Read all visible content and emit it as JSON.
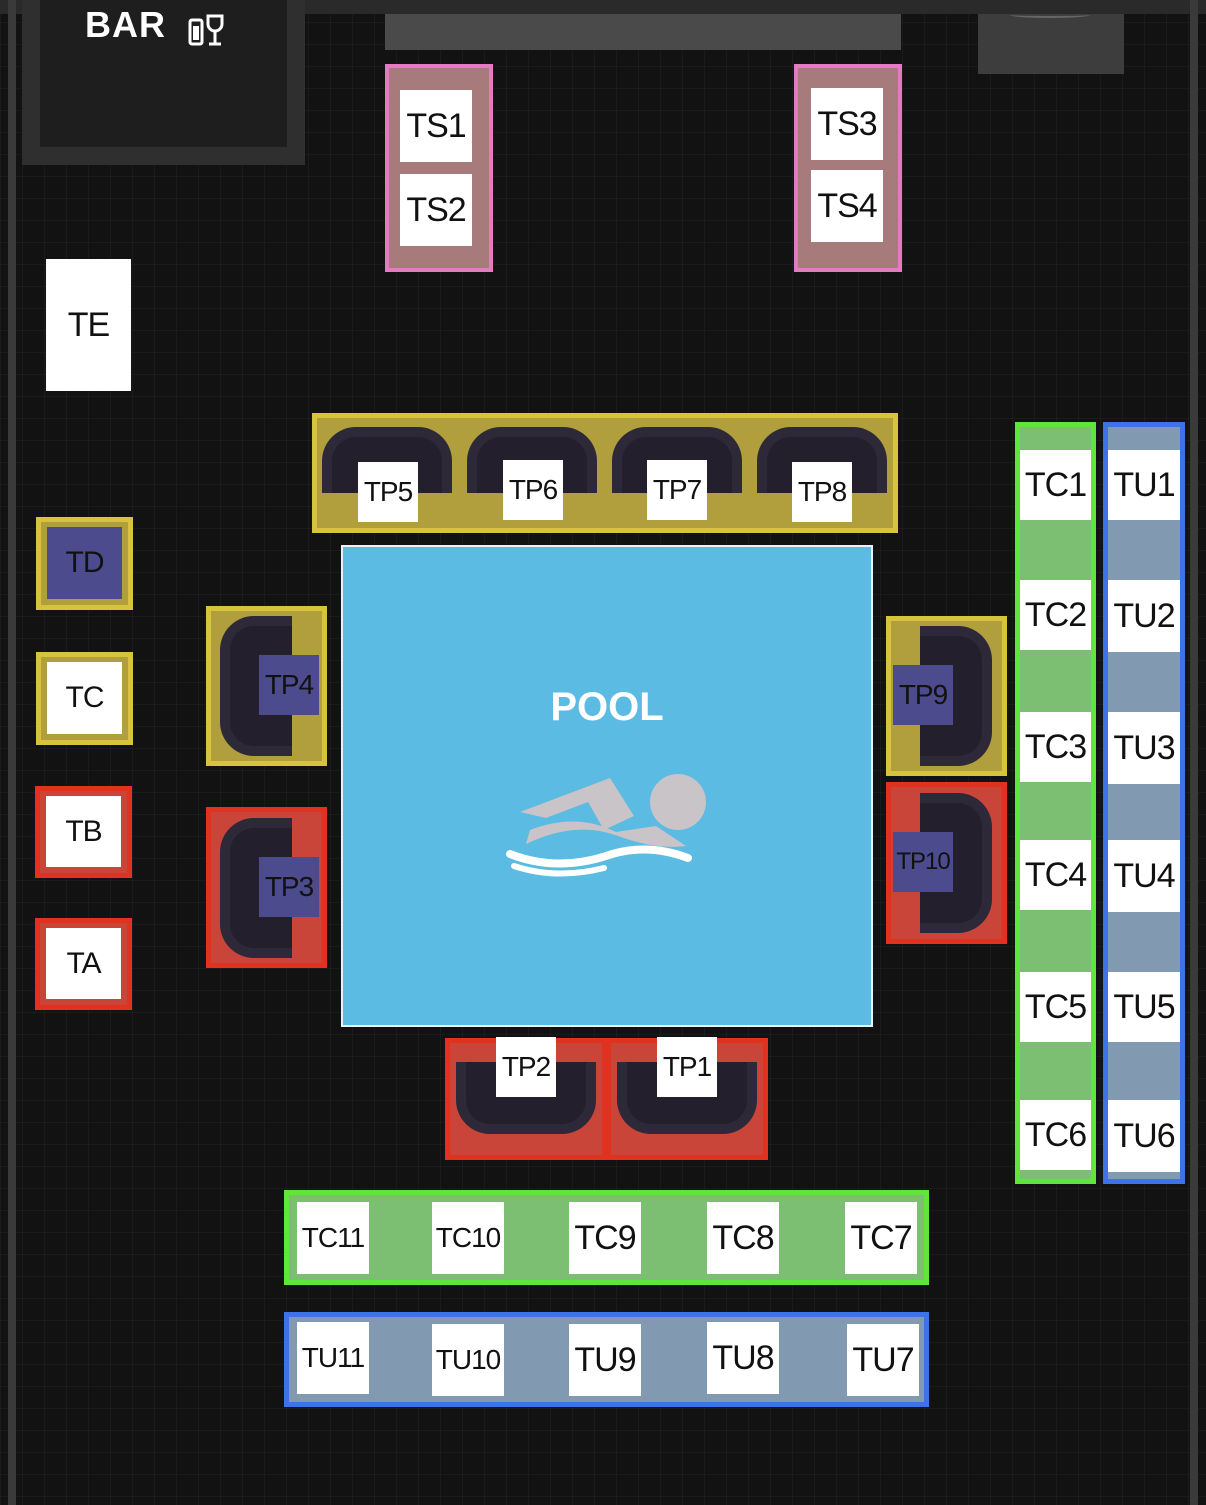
{
  "bar": {
    "label": "BAR",
    "icon": "bottle-glass-icon"
  },
  "pool": {
    "label": "POOL",
    "icon": "swimmer-icon"
  },
  "colors": {
    "background": "#121212",
    "pool": "#5bbbe2",
    "pink_frame": "#e47ac2",
    "gold_frame": "#d8c43c",
    "red_frame": "#e0321f",
    "green_frame": "#5fe63b",
    "blue_frame": "#3d72e8",
    "table": "#ffffff",
    "selected_table": "#4b4b8d"
  },
  "tables": {
    "ts1": "TS1",
    "ts2": "TS2",
    "ts3": "TS3",
    "ts4": "TS4",
    "te": "TE",
    "td": "TD",
    "tc": "TC",
    "tb": "TB",
    "ta": "TA",
    "tp1": "TP1",
    "tp2": "TP2",
    "tp3": "TP3",
    "tp4": "TP4",
    "tp5": "TP5",
    "tp6": "TP6",
    "tp7": "TP7",
    "tp8": "TP8",
    "tp9": "TP9",
    "tp10": "TP10",
    "tc1": "TC1",
    "tc2": "TC2",
    "tc3": "TC3",
    "tc4": "TC4",
    "tc5": "TC5",
    "tc6": "TC6",
    "tc7": "TC7",
    "tc8": "TC8",
    "tc9": "TC9",
    "tc10": "TC10",
    "tc11": "TC11",
    "tu1": "TU1",
    "tu2": "TU2",
    "tu3": "TU3",
    "tu4": "TU4",
    "tu5": "TU5",
    "tu6": "TU6",
    "tu7": "TU7",
    "tu8": "TU8",
    "tu9": "TU9",
    "tu10": "TU10",
    "tu11": "TU11"
  }
}
